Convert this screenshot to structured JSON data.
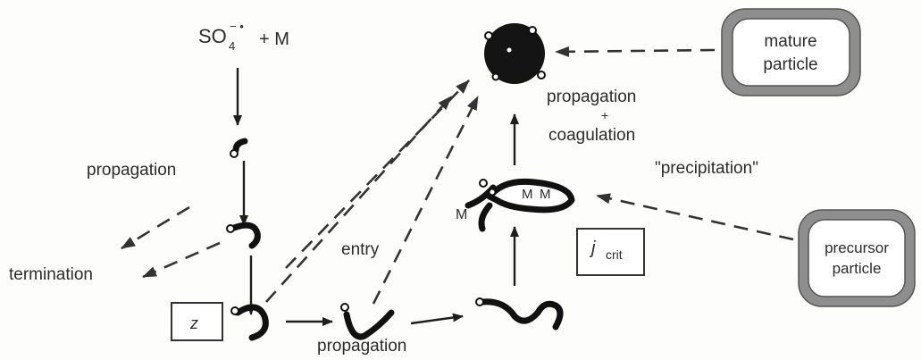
{
  "labels": {
    "reactant": "SO",
    "reactant_sub": "4",
    "reactant_sup": "− •",
    "reactant_plus_m": "+ M",
    "propagation_left": "propagation",
    "termination": "termination",
    "z": "z",
    "entry": "entry",
    "propagation_bottom": "propagation",
    "propagation_coag_1": "propagation",
    "propagation_coag_plus": "+",
    "propagation_coag_2": "coagulation",
    "precipitation": "\"precipitation\"",
    "j_crit_j": "j",
    "j_crit_sub": "crit",
    "m_left": "M",
    "m_mid1": "M",
    "m_mid2": "M",
    "mature_1": "mature",
    "mature_2": "particle",
    "precursor_1": "precursor",
    "precursor_2": "particle"
  },
  "colors": {
    "ink": "#1e1e1e",
    "box_border_gray": "#8e8e8e",
    "background": "#fdfdfb"
  },
  "icons": [
    "arrow-icon",
    "dashed-arrow-icon",
    "oligomer-chain-icon",
    "particle-icon"
  ]
}
